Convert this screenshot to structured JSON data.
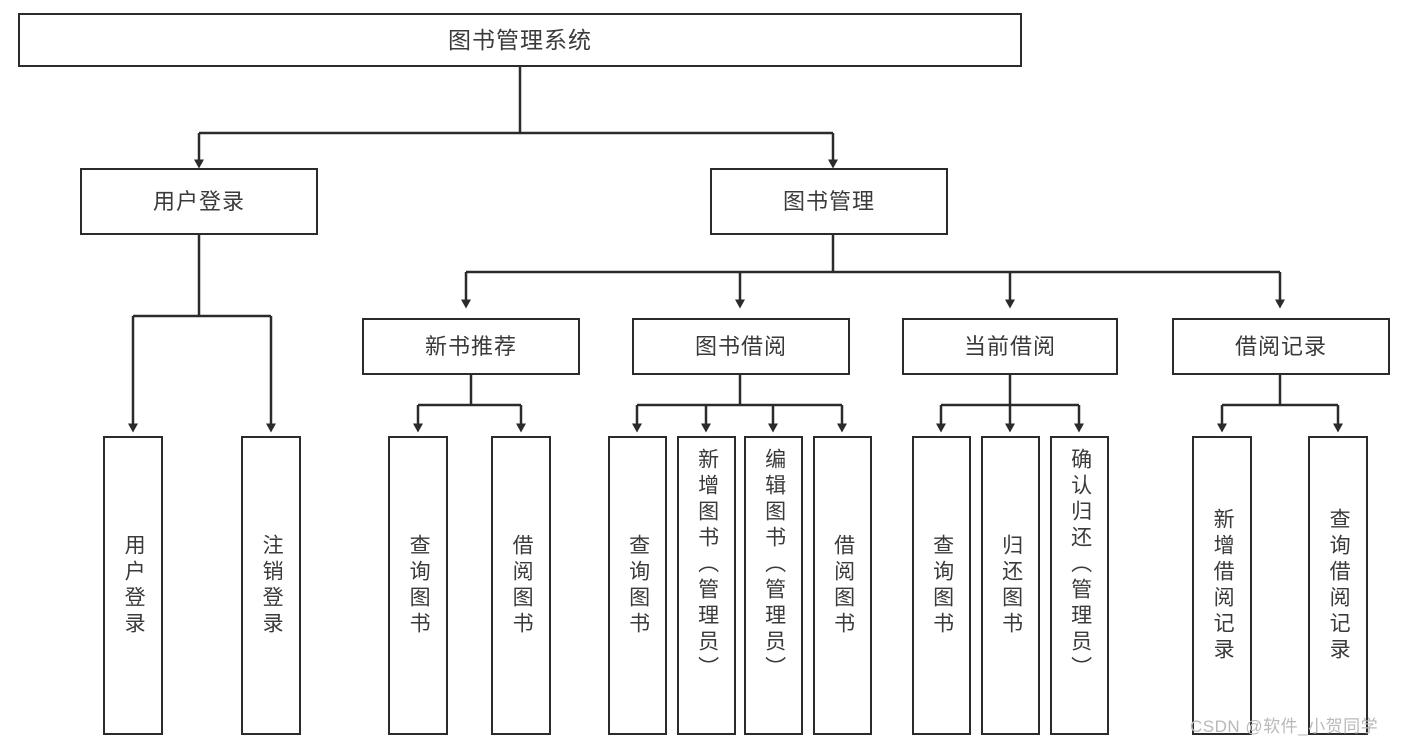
{
  "diagram": {
    "title": "图书管理系统",
    "type": "hierarchy-tree",
    "watermark": "CSDN @软件_小贺同学",
    "colors": {
      "stroke": "#2b2b2b",
      "text": "#3a3a3a",
      "background": "#ffffff",
      "watermark": "#b9b9b9"
    },
    "nodes": {
      "root": {
        "label": "图书管理系统"
      },
      "level2": [
        {
          "label": "用户登录"
        },
        {
          "label": "图书管理"
        }
      ],
      "level3": [
        {
          "label": "新书推荐"
        },
        {
          "label": "图书借阅"
        },
        {
          "label": "当前借阅"
        },
        {
          "label": "借阅记录"
        }
      ],
      "leaves": {
        "user_login": [
          {
            "label": "用户登录"
          },
          {
            "label": "注销登录"
          }
        ],
        "new_book_recommend": [
          {
            "label": "查询图书"
          },
          {
            "label": "借阅图书"
          }
        ],
        "book_borrow": [
          {
            "label": "查询图书"
          },
          {
            "label": "新增图书（管理员）"
          },
          {
            "label": "编辑图书（管理员）"
          },
          {
            "label": "借阅图书"
          }
        ],
        "current_borrow": [
          {
            "label": "查询图书"
          },
          {
            "label": "归还图书"
          },
          {
            "label": "确认归还（管理员）"
          }
        ],
        "borrow_record": [
          {
            "label": "新增借阅记录"
          },
          {
            "label": "查询借阅记录"
          }
        ]
      }
    }
  }
}
